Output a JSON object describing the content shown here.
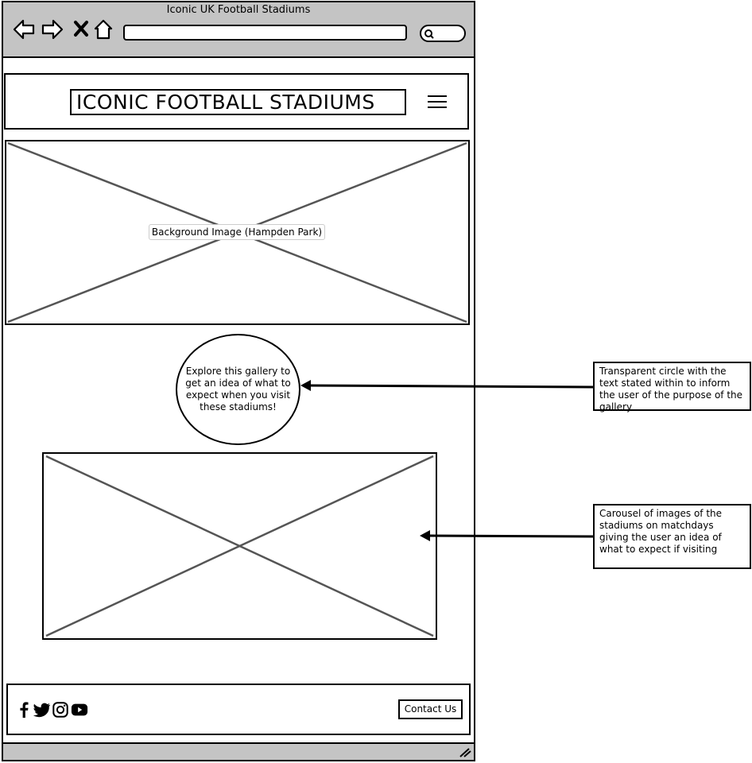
{
  "window": {
    "title": "Iconic UK Football Stadiums"
  },
  "header": {
    "logo_text": "ICONIC FOOTBALL STADIUMS"
  },
  "hero": {
    "placeholder_label": "Background Image (Hampden Park)"
  },
  "gallery": {
    "intro_text": "Explore this gallery to get an idea of what to expect when you visit these stadiums!"
  },
  "annotations": {
    "circle_note": "Transparent circle with the text stated within to inform the user of the purpose of the gallery",
    "carousel_note": "Carousel of images of the stadiums on matchdays giving the user an idea of what to expect if visiting"
  },
  "footer": {
    "social_icons": [
      "facebook-icon",
      "twitter-icon",
      "instagram-icon",
      "youtube-icon"
    ],
    "contact_label": "Contact Us"
  }
}
